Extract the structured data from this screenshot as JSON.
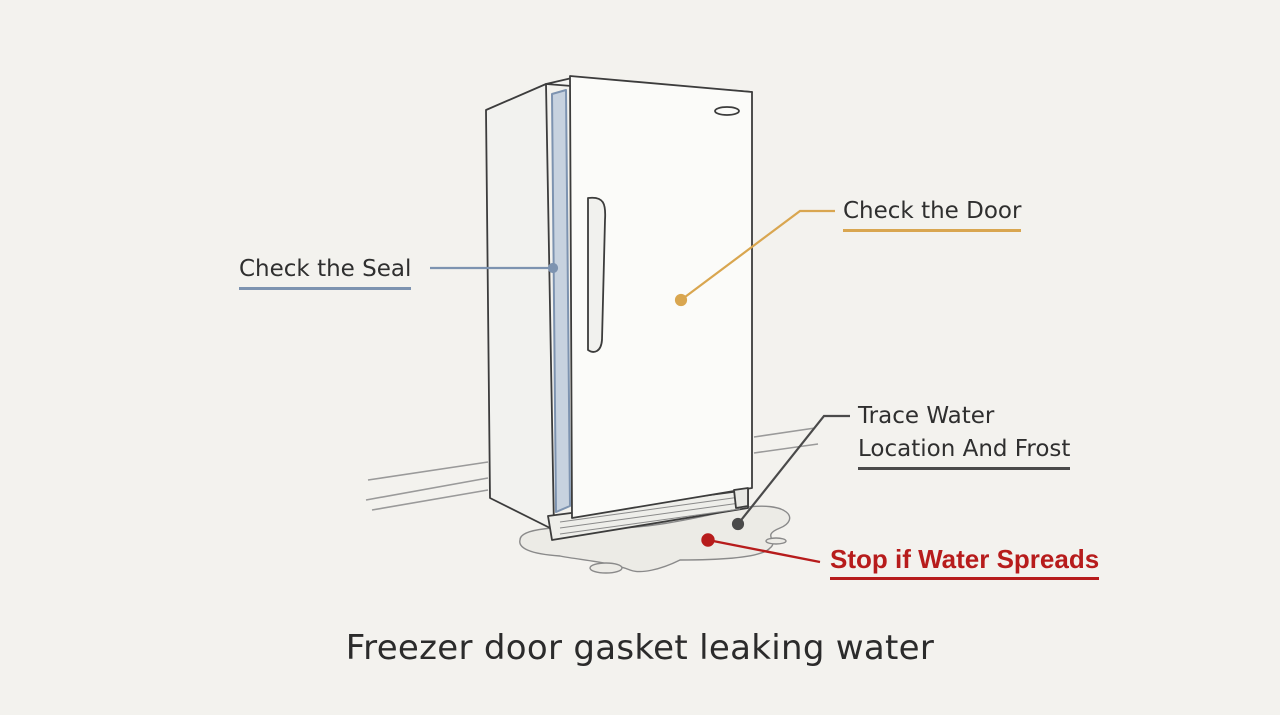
{
  "labels": {
    "seal": "Check the Seal",
    "door": "Check the Door",
    "trace_line1": "Trace Water",
    "trace_line2": "Location And Frost",
    "stop": "Stop if Water Spreads"
  },
  "caption": "Freezer door gasket leaking water",
  "colors": {
    "background": "#f3f2ee",
    "seal_accent": "#7d93b0",
    "door_accent": "#d9a650",
    "trace_accent": "#4a4a4a",
    "stop_accent": "#b71c1c",
    "outline": "#3c3c3c"
  }
}
